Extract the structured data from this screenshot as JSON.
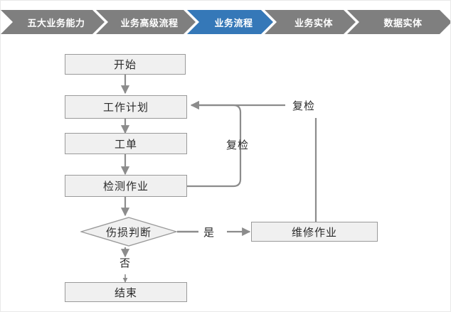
{
  "breadcrumb": {
    "items": [
      {
        "label": "五大业务能力",
        "active": false
      },
      {
        "label": "业务高级流程",
        "active": false
      },
      {
        "label": "业务流程",
        "active": true
      },
      {
        "label": "业务实体",
        "active": false
      },
      {
        "label": "数据实体",
        "active": false
      }
    ],
    "inactive_color": "#7f7f7f",
    "active_color": "#3578b8",
    "text_color": "#ffffff"
  },
  "flow": {
    "node_fill": "#f0f0f0",
    "node_border": "#9a9a9a",
    "connector_color": "#8c8c8c",
    "text_color": "#2a2a2a",
    "nodes": {
      "start": "开始",
      "work_plan": "工作计划",
      "work_order": "工单",
      "inspection": "检测作业",
      "damage_decision": "伤损判断",
      "repair": "维修作业",
      "end": "结束"
    },
    "edge_labels": {
      "recheck_inner": "复检",
      "recheck_outer": "复检",
      "yes": "是",
      "no": "否"
    }
  }
}
